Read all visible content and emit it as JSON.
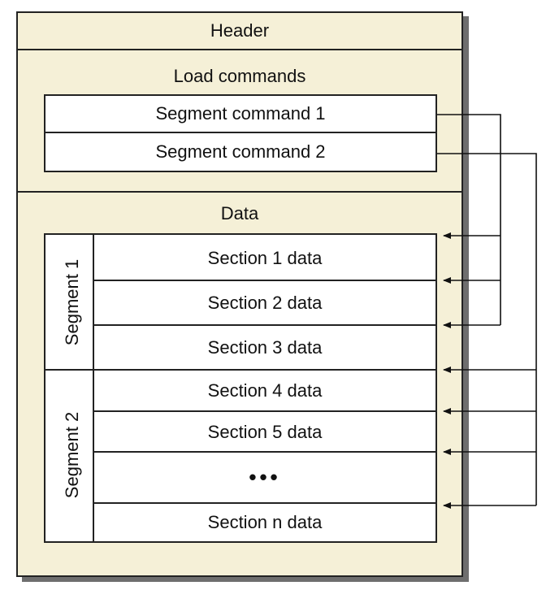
{
  "header": {
    "label": "Header"
  },
  "load_commands": {
    "label": "Load commands",
    "segment_commands": [
      "Segment command 1",
      "Segment command 2"
    ]
  },
  "data": {
    "label": "Data",
    "segments": [
      {
        "label": "Segment 1",
        "sections": [
          "Section 1 data",
          "Section 2 data",
          "Section 3 data"
        ]
      },
      {
        "label": "Segment 2",
        "sections": [
          "Section 4 data",
          "Section 5 data",
          "•••",
          "Section n data"
        ]
      }
    ]
  },
  "colors": {
    "frame_fill": "#f5f0d7",
    "box_fill": "#ffffff",
    "line": "#222222",
    "shadow": "#6e6e6e"
  }
}
